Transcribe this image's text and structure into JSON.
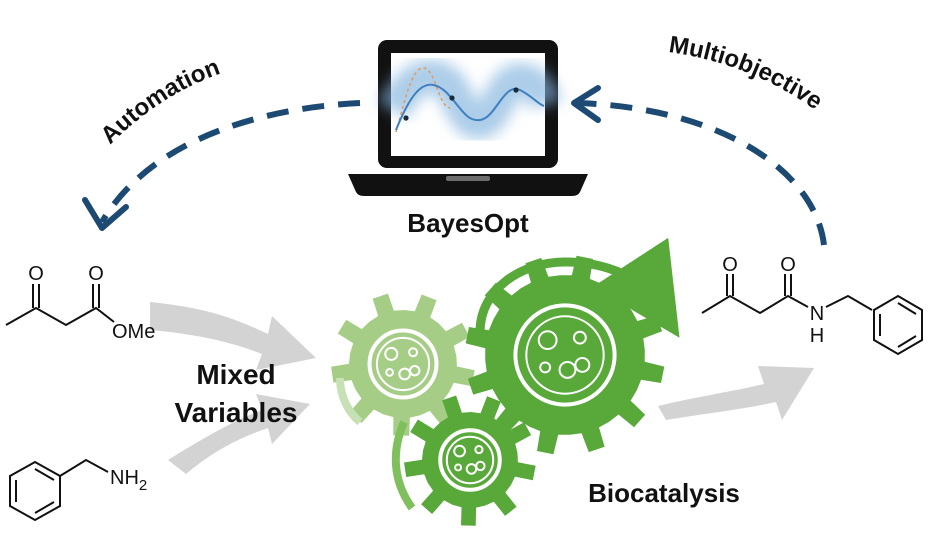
{
  "labels": {
    "automation": "Automation",
    "multiobjective": "Multiobjective",
    "bayesopt": "BayesOpt",
    "mixed_line1": "Mixed",
    "mixed_line2": "Variables",
    "biocatalysis": "Biocatalysis"
  },
  "molecules": {
    "ketoester": {
      "oxo1": "O",
      "oxo2": "O",
      "ome": "OMe"
    },
    "benzylamine": {
      "amine": "NH",
      "amine_sub": "2"
    },
    "amide": {
      "oxo1": "O",
      "oxo2": "O",
      "n": "N",
      "h": "H"
    }
  },
  "colors": {
    "dashed_arrow": "#1d4a73",
    "gear_dark": "#58a83a",
    "gear_light": "#a6cd86",
    "gray_arrow": "#d3d3d3",
    "laptop": "#111111",
    "glow": "#7fb2dd"
  },
  "icons": [
    "laptop-icon",
    "gear-icon",
    "petri-dish-icon",
    "benzene-ring-icon"
  ]
}
